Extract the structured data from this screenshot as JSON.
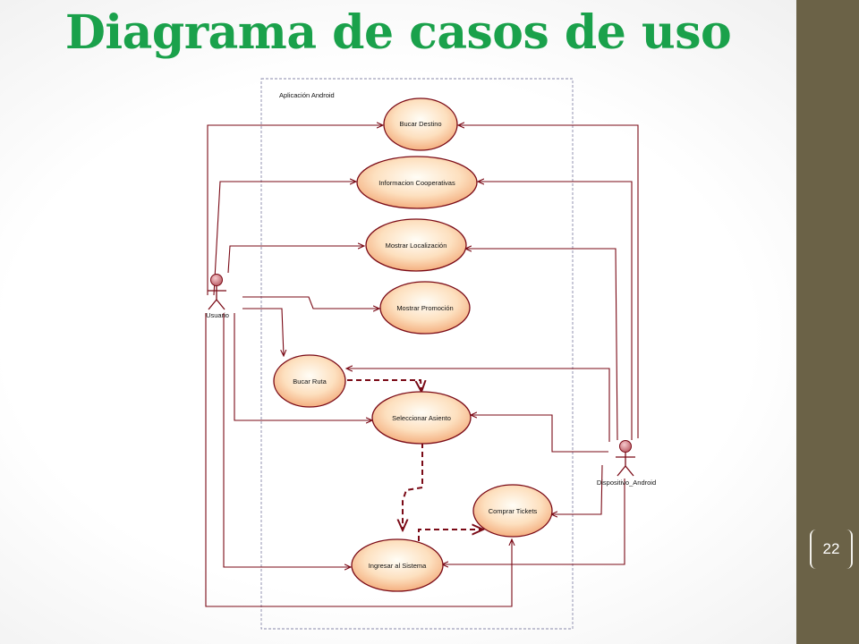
{
  "slide": {
    "title": "Diagrama de casos de uso",
    "page_number": "22",
    "accent_color": "#1aa14b",
    "sidebar_color": "#6b6247"
  },
  "diagram": {
    "system_boundary": "Aplicación Android",
    "line_color": "#7a0a16",
    "actors": [
      {
        "id": "usuario",
        "name": "Usuario",
        "icon": "stick-figure-actor-icon"
      },
      {
        "id": "dispositivo",
        "name": "Dispositivo_Android",
        "icon": "stick-figure-actor-icon"
      }
    ],
    "use_cases": [
      {
        "id": "buscar-destino",
        "name": "Bucar Destino"
      },
      {
        "id": "informacion-cooperativas",
        "name": "Informacion Cooperativas"
      },
      {
        "id": "mostrar-localizacion",
        "name": "Mostrar Localización"
      },
      {
        "id": "mostrar-promocion",
        "name": "Mostrar Promoción"
      },
      {
        "id": "buscar-ruta",
        "name": "Bucar Ruta"
      },
      {
        "id": "seleccionar-asiento",
        "name": "Seleccionar Asiento"
      },
      {
        "id": "comprar-tickets",
        "name": "Comprar Tickets"
      },
      {
        "id": "ingresar-sistema",
        "name": "Ingresar al Sistema"
      }
    ]
  }
}
